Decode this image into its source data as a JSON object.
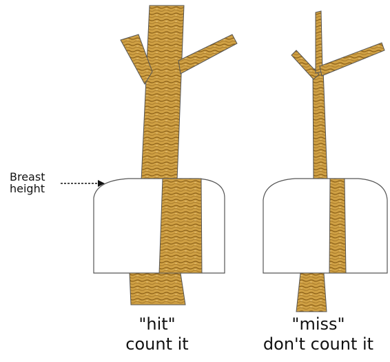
{
  "annotation": {
    "line1": "Breast",
    "line2": "height"
  },
  "panels": [
    {
      "result": "\"hit\"",
      "instruction": "count it"
    },
    {
      "result": "\"miss\"",
      "instruction": "don't count it"
    }
  ],
  "colors": {
    "wood_light": "#cfa044",
    "wood_dark": "#8a5f18",
    "outline": "#555555",
    "prism": "#ffffff"
  }
}
